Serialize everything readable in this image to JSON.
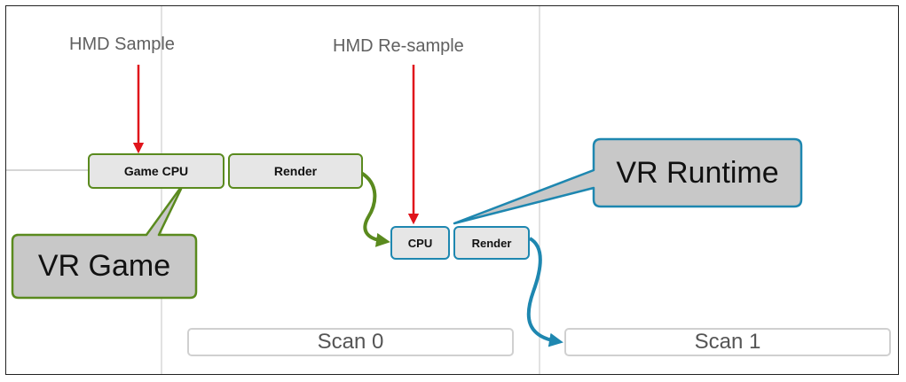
{
  "labels": {
    "hmd_sample": "HMD Sample",
    "hmd_resample": "HMD Re-sample"
  },
  "game_boxes": {
    "game_cpu": "Game CPU",
    "render": "Render"
  },
  "runtime_boxes": {
    "cpu": "CPU",
    "render": "Render"
  },
  "callouts": {
    "vr_game": "VR Game",
    "vr_runtime": "VR Runtime"
  },
  "scans": {
    "scan0": "Scan 0",
    "scan1": "Scan 1"
  },
  "colors": {
    "game": "#5a8a1e",
    "runtime": "#1e87b0",
    "sample_arrow": "#e0141b",
    "callout_fill": "#c8c8c8"
  }
}
